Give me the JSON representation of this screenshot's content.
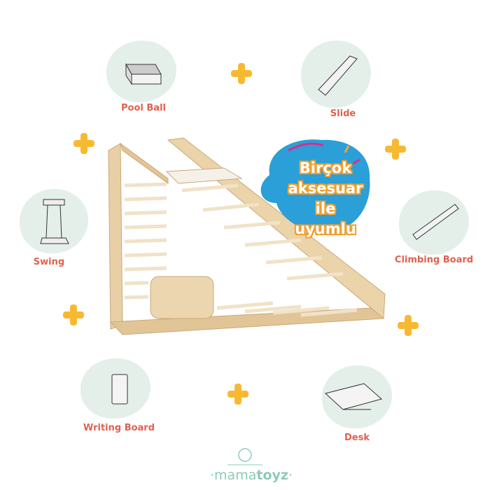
{
  "badge": {
    "lines": [
      "Birçok",
      "aksesuar ile",
      "uyumlu"
    ]
  },
  "accessories": [
    {
      "label": "Pool Ball"
    },
    {
      "label": "Slide"
    },
    {
      "label": "Swing"
    },
    {
      "label": "Climbing Board"
    },
    {
      "label": "Writing Board"
    },
    {
      "label": "Desk"
    }
  ],
  "brand": {
    "name_light": "mama",
    "name_bold": "toyz"
  },
  "colors": {
    "label": "#e0614e",
    "plus": "#f8b932",
    "blob": "#e4efea",
    "badge": "#2a9fd8",
    "brand": "#8ecbb4"
  }
}
